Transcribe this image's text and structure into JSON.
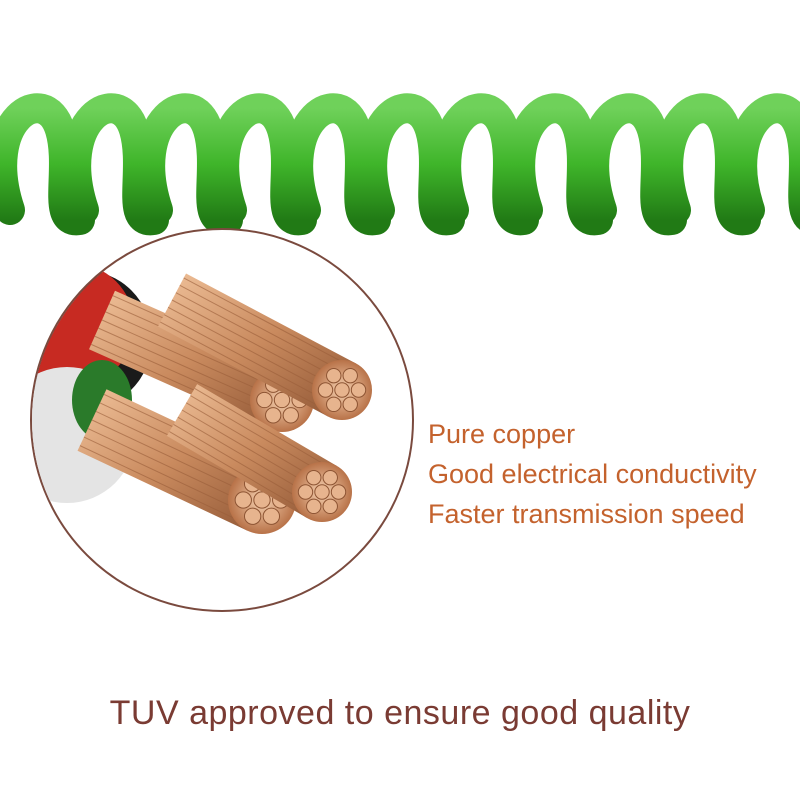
{
  "features": [
    "Pure copper",
    "Good electrical conductivity",
    "Faster transmission speed"
  ],
  "tagline": "TUV approved to ensure good quality",
  "colors": {
    "feature_text": "#c4622d",
    "tagline_text": "#7a3b33",
    "cable_green": "#3fb52a",
    "copper": "#c98a5e",
    "circle_border": "#7a4a3e"
  },
  "icons": {
    "coil": "coiled-cable-image",
    "wires": "copper-wire-cross-section-image"
  }
}
